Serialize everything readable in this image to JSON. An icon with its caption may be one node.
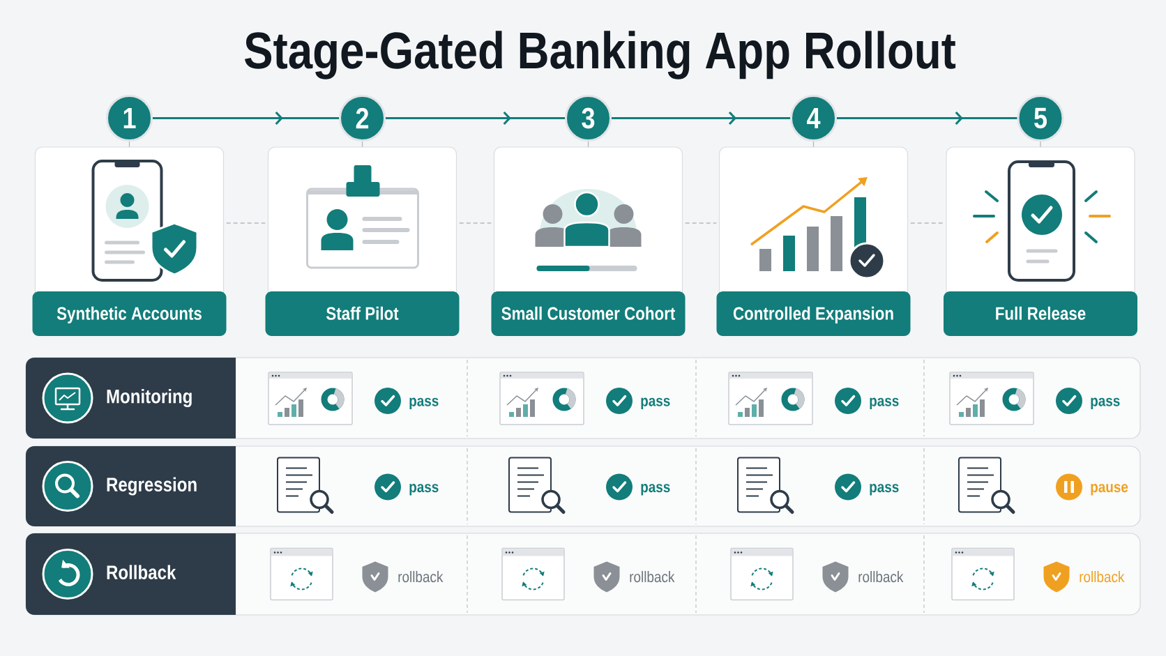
{
  "diagram": {
    "title": "Stage-Gated Banking App Rollout",
    "nodes": [
      {
        "text": [
          "1"
        ]
      },
      {
        "text": [
          "2"
        ]
      },
      {
        "text": [
          "3"
        ]
      },
      {
        "text": [
          "4"
        ]
      },
      {
        "text": [
          "5"
        ]
      },
      {
        "text": [
          "Synthetic Accounts"
        ]
      },
      {
        "text": [
          "Staff Pilot"
        ]
      },
      {
        "text": [
          "Small Customer Cohort"
        ]
      },
      {
        "text": [
          "Controlled Expansion"
        ]
      },
      {
        "text": [
          "Full Release"
        ]
      },
      {
        "text": [
          "Monitoring"
        ]
      },
      {
        "text": [
          "Regression"
        ]
      },
      {
        "text": [
          "Rollback"
        ]
      }
    ],
    "edges": [
      {
        "from": 0,
        "to": 1,
        "arrow": "to",
        "color": "#127d7a"
      },
      {
        "from": 1,
        "to": 2,
        "arrow": "to",
        "color": "#127d7a"
      },
      {
        "from": 2,
        "to": 3,
        "arrow": "to",
        "color": "#127d7a"
      },
      {
        "from": 3,
        "to": 4,
        "arrow": "to",
        "color": "#127d7a"
      },
      {
        "from": 0,
        "to": 5,
        "arrow": "none"
      },
      {
        "from": 1,
        "to": 6,
        "arrow": "none"
      },
      {
        "from": 2,
        "to": 7,
        "arrow": "none"
      },
      {
        "from": 3,
        "to": 8,
        "arrow": "none"
      },
      {
        "from": 4,
        "to": 9,
        "arrow": "none"
      },
      {
        "from": 5,
        "to": 6,
        "arrow": "none",
        "style": "dashed"
      },
      {
        "from": 6,
        "to": 7,
        "arrow": "none",
        "style": "dashed"
      },
      {
        "from": 7,
        "to": 8,
        "arrow": "none",
        "style": "dashed"
      },
      {
        "from": 8,
        "to": 9,
        "arrow": "none",
        "style": "dashed"
      }
    ],
    "labels": [
      "pass",
      "pass",
      "pass",
      "pass",
      "pass",
      "pass",
      "pass",
      "pause",
      "rollback",
      "rollback",
      "rollback",
      "rollback"
    ]
  }
}
